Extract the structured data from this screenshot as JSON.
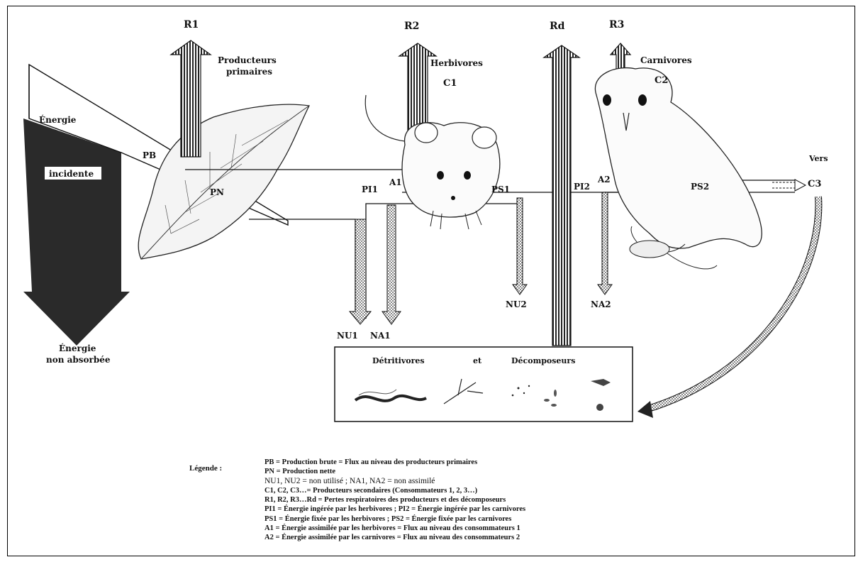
{
  "labels": {
    "R1": "R1",
    "R2": "R2",
    "Rd": "Rd",
    "R3": "R3",
    "producteurs_1": "Producteurs",
    "producteurs_2": "primaires",
    "herbivores": "Herbivores",
    "C1": "C1",
    "carnivores": "Carnivores",
    "C2": "C2",
    "energie": "Énergie",
    "incidente": "incidente",
    "PB": "PB",
    "PN": "PN",
    "PI1": "PI1",
    "A1": "A1",
    "PS1": "PS1",
    "PI2": "PI2",
    "A2": "A2",
    "PS2": "PS2",
    "vers": "Vers",
    "C3": "C3",
    "NU1": "NU1",
    "NA1": "NA1",
    "NU2": "NU2",
    "NA2": "NA2",
    "energie_non_1": "Énergie",
    "energie_non_2": "non absorbée",
    "detritivores": "Détritivores",
    "et": "et",
    "decomposeurs": "Décomposeurs"
  },
  "legend": {
    "title": "Légende :",
    "lines": [
      "PB = Production brute = Flux au niveau des producteurs primaires",
      "PN = Production nette",
      "NU1, NU2 = non utilisé ; NA1, NA2 = non assimilé",
      "C1, C2, C3…= Producteurs secondaires (Consommateurs 1, 2, 3…)",
      "R1, R2, R3…Rd = Pertes respiratoires des producteurs et des décomposeurs",
      "PI1 = Énergie ingérée par les herbivores ; PI2 = Énergie ingérée par les carnivores",
      "PS1 = Énergie fixée par les herbivores ; PS2 = Énergie fixée par les carnivores",
      "A1 = Énergie assimilée par les herbivores = Flux au niveau des consommateurs 1",
      "A2 = Énergie assimilée par les carnivores = Flux au niveau des consommateurs 2"
    ]
  }
}
